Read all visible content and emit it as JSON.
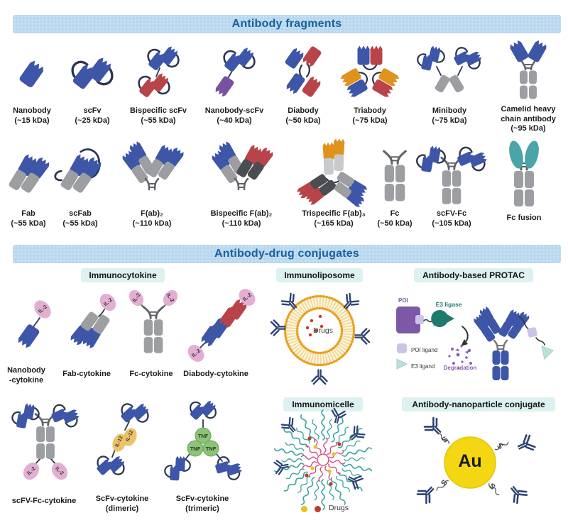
{
  "palette": {
    "banner_bg": "#b9d8ef",
    "banner_text": "#19609f",
    "subheader_bg": "#ddf1f1",
    "blue": "#3d56a8",
    "navy": "#2b3550",
    "red": "#b8444a",
    "orange": "#e0921f",
    "purple": "#7951a1",
    "gray": "#9c9ea1",
    "gray_dark": "#4a4d52",
    "gray_light": "#c9cacc",
    "teal": "#4aa5a8",
    "pink": "#e2aed1",
    "yellow": "#ecc366",
    "green": "#8bc474",
    "hinge": "#5f6266",
    "poi_purple": "#7d58a6",
    "ligand_purple": "#cdc3e8",
    "e3_teal": "#1f7a6d",
    "e3_light": "#bfe0da",
    "deg_purple": "#8a5fb5",
    "lipo_orange": "#e8a020",
    "lipo_pale": "#f3d898",
    "micelle_teal": "#38a39c",
    "micelle_pink": "#d64a7e",
    "gold": "#f2d712",
    "drug_red": "#c0392b",
    "drug_yellow": "#e8c21c",
    "ab_navy": "#2d4373"
  },
  "banners": {
    "fragments": "Antibody fragments",
    "conjugates": "Antibody-drug conjugates"
  },
  "fragments_row1": [
    {
      "name": "Nanobody",
      "kda": "(~15 kDa)"
    },
    {
      "name": "scFv",
      "kda": "(~25 kDa)"
    },
    {
      "name": "Bispecific scFv",
      "kda": "(~55 kDa)"
    },
    {
      "name": "Nanobody-scFv",
      "kda": "(~40 kDa)"
    },
    {
      "name": "Diabody",
      "kda": "(~50 kDa)"
    },
    {
      "name": "Triabody",
      "kda": "(~75 kDa)"
    },
    {
      "name": "Minibody",
      "kda": "(~75 kDa)"
    },
    {
      "name": "Camelid heavy chain antibody",
      "kda": "(~95 kDa)"
    }
  ],
  "fragments_row2": [
    {
      "name": "Fab",
      "kda": "(~55 kDa)"
    },
    {
      "name": "scFab",
      "kda": "(~55 kDa)"
    },
    {
      "name": "F(ab)₂",
      "kda": "(~110 kDa)"
    },
    {
      "name": "Bispecific F(ab)₂",
      "kda": "(~110 kDa)"
    },
    {
      "name": "Trispecific F(ab)₃",
      "kda": "(~165 kDa)"
    },
    {
      "name": "Fc",
      "kda": "(~50 kDa)"
    },
    {
      "name": "scFV-Fc",
      "kda": "(~105 kDa)"
    },
    {
      "name": "Fc fusion",
      "kda": ""
    }
  ],
  "conjugates": {
    "immunocytokine": {
      "title": "Immunocytokine",
      "items": [
        {
          "l1": "Nanobody",
          "l2": "-cytokine"
        },
        {
          "l1": "Fab-cytokine",
          "l2": ""
        },
        {
          "l1": "Fc-cytokine",
          "l2": ""
        },
        {
          "l1": "Diabody-cytokine",
          "l2": ""
        }
      ]
    },
    "immunoliposome": {
      "title": "Immunoliposome",
      "drugs": "Drugs"
    },
    "protac": {
      "title": "Antibody-based PROTAC",
      "poi": "POI",
      "e3_ligase": "E3 ligase",
      "poi_ligand": "POI ligand",
      "e3_ligand": "E3 ligand",
      "degradation": "Degradation"
    },
    "bottom_items": [
      {
        "l1": "scFV-Fc-cytokine",
        "l2": ""
      },
      {
        "l1": "ScFv-cytokine",
        "l2": "(dimeric)"
      },
      {
        "l1": "ScFv-cytokine",
        "l2": "(trimeric)"
      }
    ],
    "immunomicelle": {
      "title": "Immunomicelle",
      "drugs": "Drugs"
    },
    "nanoparticle": {
      "title": "Antibody-nanoparticle conjugate",
      "au": "Au",
      "s": "S"
    }
  },
  "badges": {
    "il2": "IL-2",
    "il12": "IL-12",
    "tnf": "TNF"
  }
}
